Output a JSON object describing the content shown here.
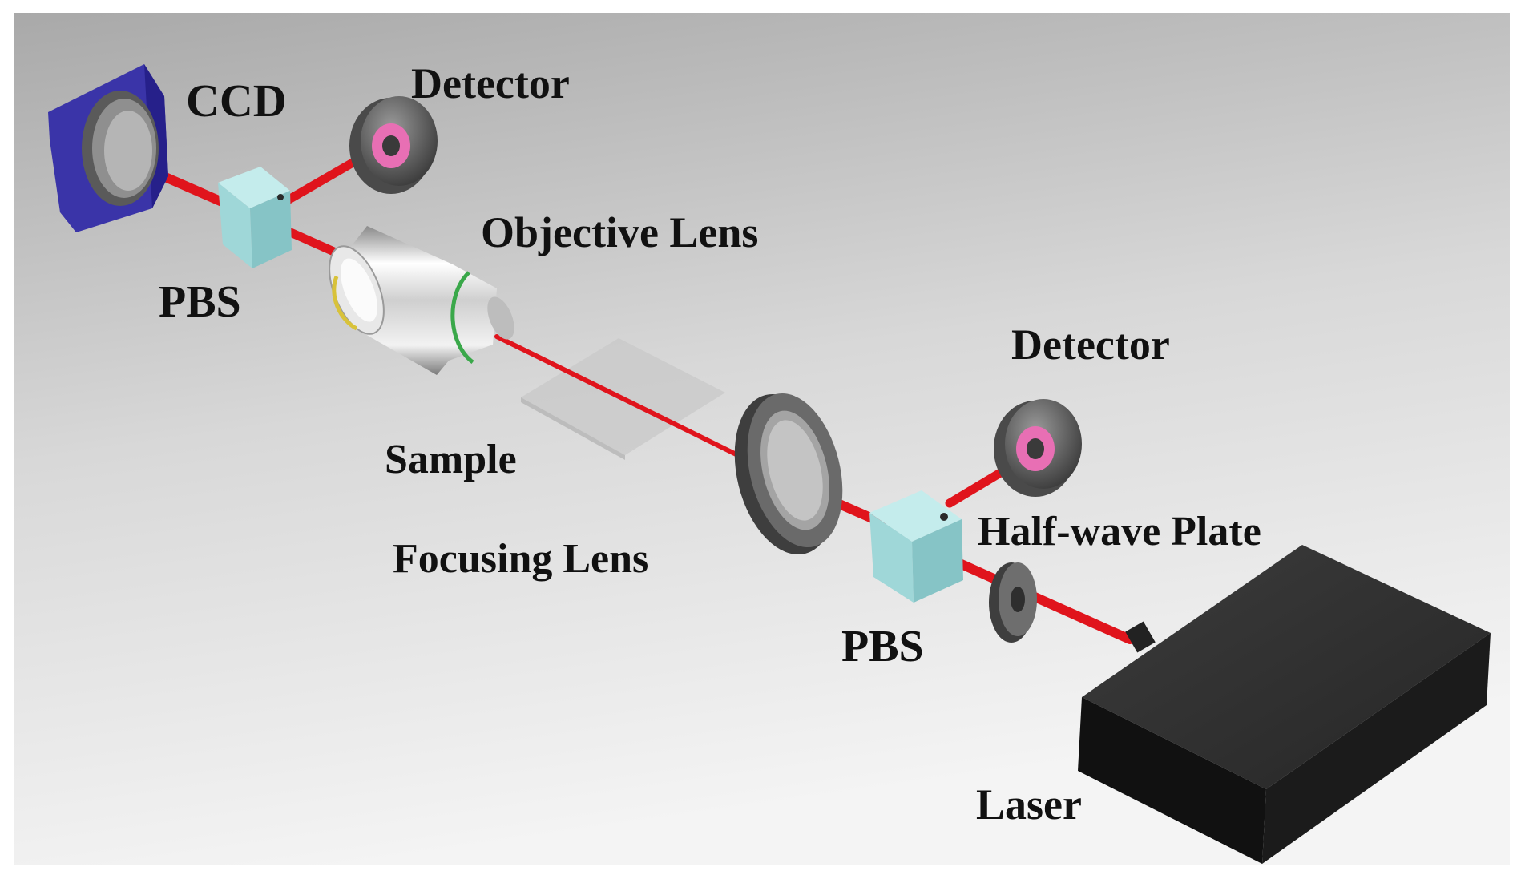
{
  "diagram": {
    "colors": {
      "beam": "#e0141c",
      "pbs": "#a8dede",
      "ccd": "#3a34a8",
      "laser": "#1e1e1e",
      "detector_ring": "#e86fb4"
    },
    "labels": {
      "ccd": "CCD",
      "detector_top": "Detector",
      "pbs_top": "PBS",
      "objective_lens": "Objective Lens",
      "sample": "Sample",
      "detector_right": "Detector",
      "focusing_lens": "Focusing Lens",
      "half_wave_plate": "Half-wave Plate",
      "pbs_bottom": "PBS",
      "laser": "Laser"
    }
  }
}
